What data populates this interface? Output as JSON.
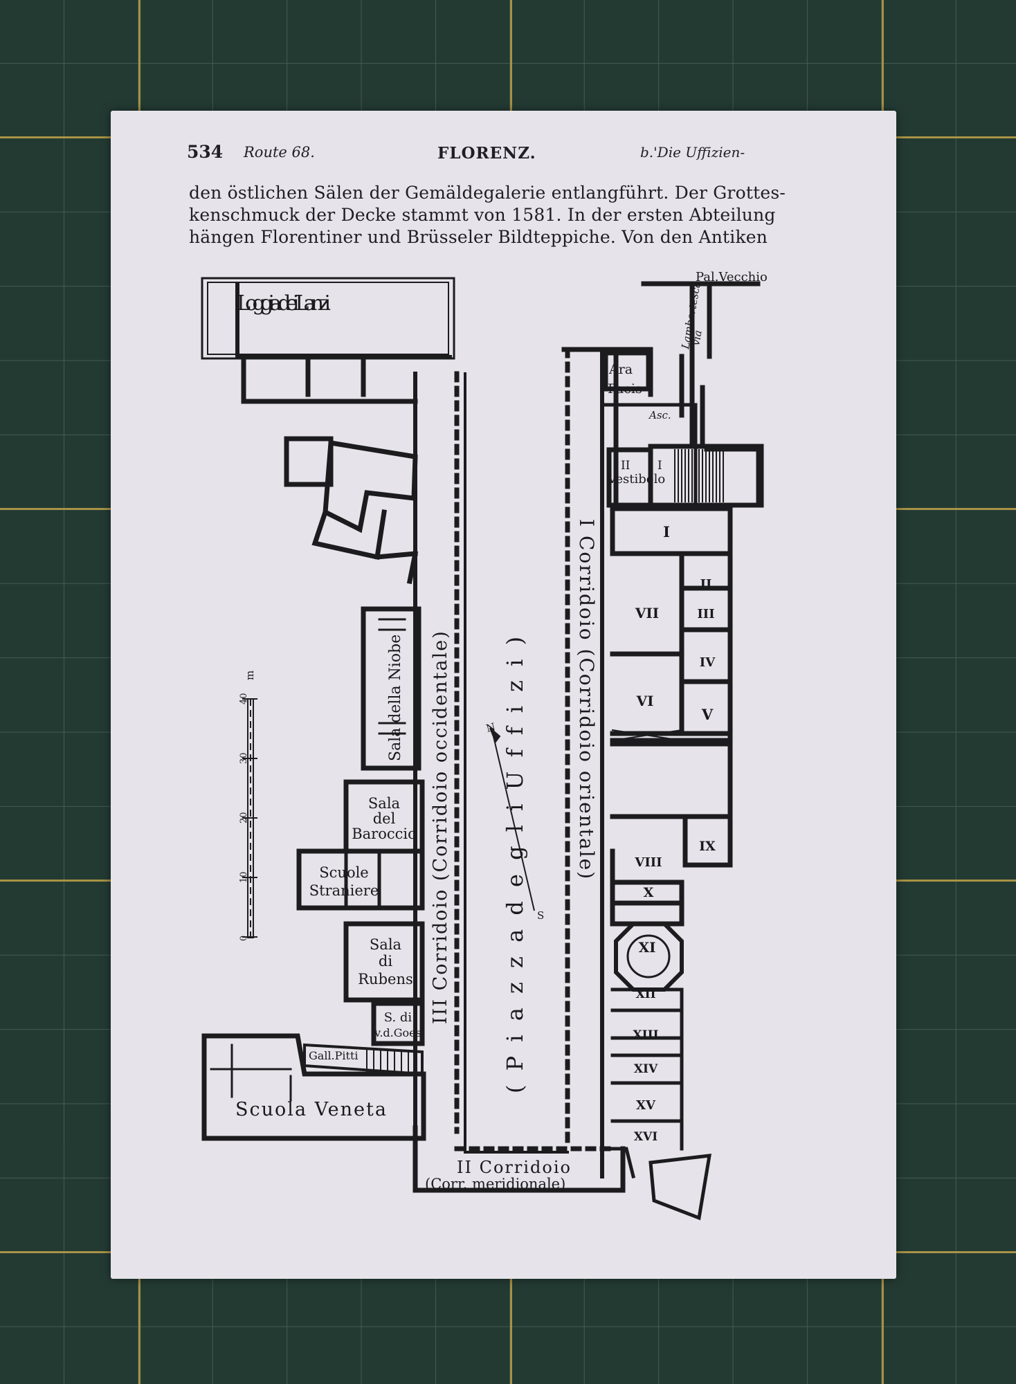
{
  "header": {
    "page_number": "534",
    "route": "Route 68.",
    "title": "FLORENZ.",
    "section": "b.'Die Uffizien-"
  },
  "body_text": [
    "den östlichen Sälen der Gemäldegalerie entlangführt. Der Grottes-",
    "kenschmuck der Decke stammt von 1581. In der ersten Abteilung",
    "hängen Florentiner und Brüsseler Bildteppiche. Von den Antiken"
  ],
  "plan": {
    "loggia": "Loggia dei Lanzi",
    "pal_vecchio": "Pal.Vecchio",
    "via": "via",
    "lambertesca": "Lambertesca",
    "ara": "Ara",
    "pacis": "Pacis",
    "asc": "Asc.",
    "vestibolo_ii": "II",
    "vestibolo_i": "I",
    "vestibolo": "Vestibolo",
    "piazza": "( P i a z z a   d e g l i   U f f i z i )",
    "corridoio_oriental": "I Corridoio (Corridoio orientale)",
    "corridoio_occidental": "III Corridoio (Corridoio occidentale)",
    "corridoio_meridionale_1": "II Corridoio",
    "corridoio_meridionale_2": "(Corr. meridionale)",
    "sala_niobe": "Sala della Niobe",
    "sala_baroccio": [
      "Sala",
      "del",
      "Baroccio"
    ],
    "scuole_straniere": [
      "Scuole",
      "Straniere"
    ],
    "sala_rubens": [
      "Sala",
      "di",
      "Rubens"
    ],
    "s_goes": [
      "S. di",
      "v.d.Goes"
    ],
    "gall_pitti": "Gall.Pitti",
    "scuola_veneta": "Scuola Veneta",
    "rooms": [
      "I",
      "II",
      "III",
      "IV",
      "V",
      "VI",
      "VII",
      "VIII",
      "IX",
      "X",
      "XI",
      "XII",
      "XIII",
      "XIV",
      "XV",
      "XVI"
    ],
    "north": "N",
    "south": "S",
    "scale_unit": "m",
    "scale_ticks": [
      "0",
      "10",
      "20",
      "30",
      "40"
    ]
  }
}
